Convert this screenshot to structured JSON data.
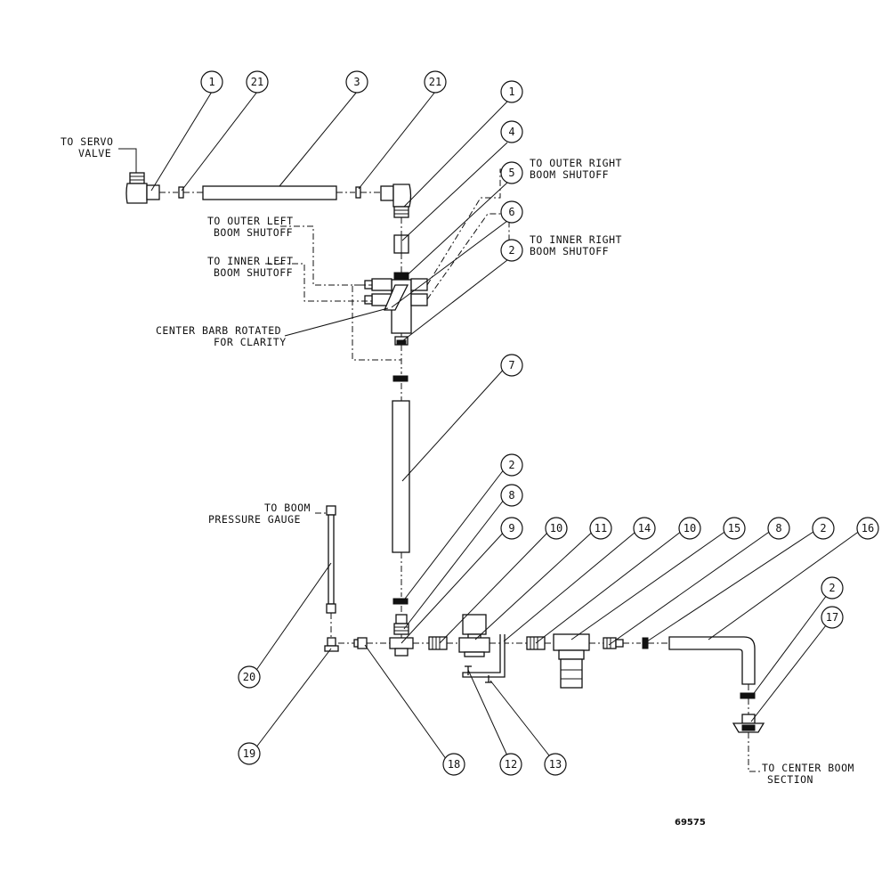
{
  "balloons": [
    "1",
    "21",
    "3",
    "21",
    "1",
    "4",
    "5",
    "6",
    "2",
    "7",
    "2",
    "8",
    "9",
    "10",
    "11",
    "14",
    "10",
    "15",
    "8",
    "2",
    "16",
    "2",
    "17",
    "20",
    "19",
    "18",
    "12",
    "13"
  ],
  "labels": {
    "to_servo_valve": [
      "TO SERVO",
      "VALVE"
    ],
    "to_outer_right": [
      "TO OUTER RIGHT",
      "BOOM SHUTOFF"
    ],
    "to_inner_right": [
      "TO INNER RIGHT",
      "BOOM SHUTOFF"
    ],
    "to_outer_left": [
      "TO OUTER LEFT",
      "BOOM SHUTOFF"
    ],
    "to_inner_left": [
      "TO INNER LEFT",
      "BOOM SHUTOFF"
    ],
    "center_barb": [
      "CENTER BARB ROTATED",
      "FOR CLARITY"
    ],
    "to_boom_pressure_gauge": [
      "TO BOOM",
      "PRESSURE GAUGE"
    ],
    "to_center_boom": [
      "TO CENTER BOOM",
      "SECTION"
    ]
  },
  "figure_number": "69575"
}
